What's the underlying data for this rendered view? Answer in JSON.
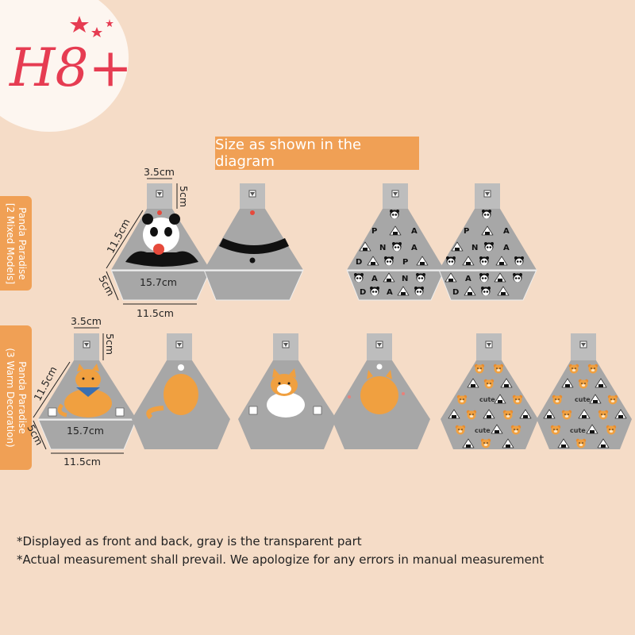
{
  "logo": {
    "text": "H8+"
  },
  "banner": {
    "text": "Size as shown in the diagram"
  },
  "side_labels": {
    "row1": {
      "line1": "Panda Paradise",
      "line2": "[2 Mixed Models]"
    },
    "row2": {
      "line1": "Panda Paradise",
      "line2": "(3 Warm Decoration)"
    }
  },
  "dimensions": {
    "tab_width": "3.5cm",
    "tab_height": "5cm",
    "slant": "11.5cm",
    "base_depth": "5cm",
    "top_width": "15.7cm",
    "bottom_width": "11.5cm"
  },
  "pattern_letters": {
    "row1": [
      "P",
      "A"
    ],
    "row2": [
      "N",
      "A"
    ],
    "row3": [
      "D",
      "P"
    ],
    "row4": [
      "A",
      "N"
    ],
    "row5": [
      "D",
      "A",
      "D"
    ]
  },
  "decor_text": {
    "cute": "cute"
  },
  "colors": {
    "background": "#f5dcc7",
    "accent": "#f0a055",
    "pouch_gray": "#a7a7a7",
    "tab_gray": "#bdbdbd",
    "logo_red": "#e63c52"
  },
  "notes": {
    "line1": "*Displayed as front and back, gray is the transparent part",
    "line2": "*Actual measurement shall prevail. We apologize for any errors in manual measurement"
  }
}
